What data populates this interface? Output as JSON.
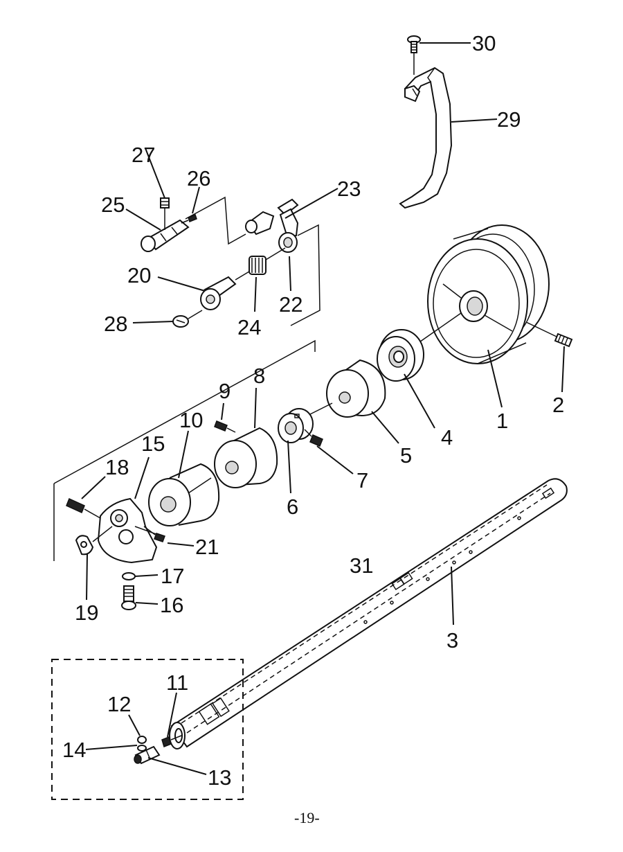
{
  "diagram": {
    "callouts": {
      "c1": "1",
      "c2": "2",
      "c3": "3",
      "c4": "4",
      "c5": "5",
      "c6": "6",
      "c7": "7",
      "c8": "8",
      "c9": "9",
      "c10": "10",
      "c11": "11",
      "c12": "12",
      "c13": "13",
      "c14": "14",
      "c15": "15",
      "c16": "16",
      "c17": "17",
      "c18": "18",
      "c19": "19",
      "c20": "20",
      "c21": "21",
      "c22": "22",
      "c23": "23",
      "c24": "24",
      "c25": "25",
      "c26": "26",
      "c27": "27",
      "c28": "28",
      "c29": "29",
      "c30": "30",
      "c31": "31"
    },
    "page_number": "-19-"
  }
}
